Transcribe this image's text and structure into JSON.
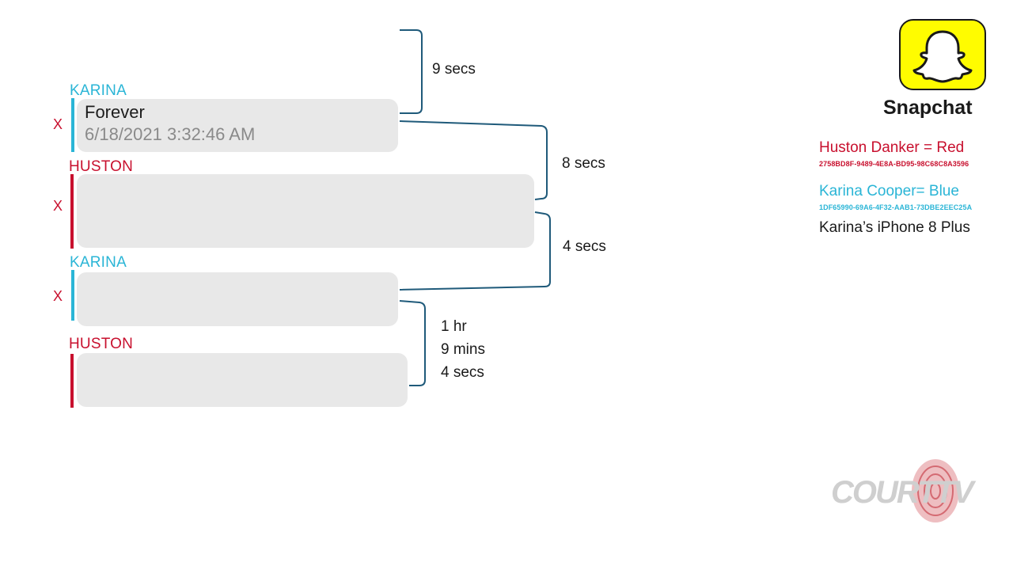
{
  "messages": [
    {
      "sender": "KARINA",
      "deleted_mark": "X",
      "text": "Forever",
      "timestamp": "6/18/2021 3:32:46 AM"
    },
    {
      "sender": "HUSTON",
      "deleted_mark": "X",
      "text": "",
      "timestamp": ""
    },
    {
      "sender": "KARINA",
      "deleted_mark": "X",
      "text": "",
      "timestamp": ""
    },
    {
      "sender": "HUSTON",
      "deleted_mark": "",
      "text": "",
      "timestamp": ""
    }
  ],
  "gaps": [
    {
      "label": "9 secs"
    },
    {
      "label": "8 secs"
    },
    {
      "label": "4 secs"
    },
    {
      "line1": "1 hr",
      "line2": "9 mins",
      "line3": "4 secs"
    }
  ],
  "legend": {
    "huston": "Huston Danker = Red",
    "huston_id": "2758BD8F-9489-4E8A-BD95-98C68C8A3596",
    "karina": "Karina Cooper= Blue",
    "karina_id": "1DF65990-69A6-4F32-AAB1-73DBE2EEC25A",
    "device": "Karina’s iPhone 8 Plus"
  },
  "logo": {
    "name": "Snapchat",
    "icon": "ghost-icon",
    "color": "#fffc00"
  },
  "watermark": {
    "text": "COURTTV"
  },
  "colors": {
    "karina": "#2ab5d6",
    "huston": "#c8102e",
    "bubble": "#e8e8e8"
  }
}
